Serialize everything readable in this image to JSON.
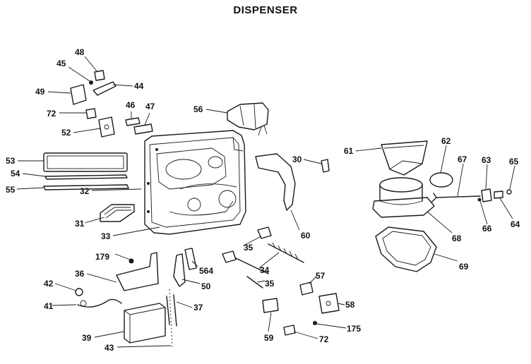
{
  "title": "DISPENSER",
  "callouts": [
    {
      "id": "48",
      "label": "48"
    },
    {
      "id": "45",
      "label": "45"
    },
    {
      "id": "44",
      "label": "44"
    },
    {
      "id": "49",
      "label": "49"
    },
    {
      "id": "72a",
      "label": "72"
    },
    {
      "id": "46",
      "label": "46"
    },
    {
      "id": "47",
      "label": "47"
    },
    {
      "id": "52",
      "label": "52"
    },
    {
      "id": "56",
      "label": "56"
    },
    {
      "id": "53",
      "label": "53"
    },
    {
      "id": "54",
      "label": "54"
    },
    {
      "id": "55",
      "label": "55"
    },
    {
      "id": "32",
      "label": "32"
    },
    {
      "id": "31",
      "label": "31"
    },
    {
      "id": "33",
      "label": "33"
    },
    {
      "id": "30",
      "label": "30"
    },
    {
      "id": "60",
      "label": "60"
    },
    {
      "id": "61",
      "label": "61"
    },
    {
      "id": "62",
      "label": "62"
    },
    {
      "id": "67",
      "label": "67"
    },
    {
      "id": "63",
      "label": "63"
    },
    {
      "id": "65",
      "label": "65"
    },
    {
      "id": "64",
      "label": "64"
    },
    {
      "id": "66",
      "label": "66"
    },
    {
      "id": "68",
      "label": "68"
    },
    {
      "id": "69",
      "label": "69"
    },
    {
      "id": "179",
      "label": "179"
    },
    {
      "id": "35a",
      "label": "35"
    },
    {
      "id": "564",
      "label": "564"
    },
    {
      "id": "34",
      "label": "34"
    },
    {
      "id": "36",
      "label": "36"
    },
    {
      "id": "50",
      "label": "50"
    },
    {
      "id": "35b",
      "label": "35"
    },
    {
      "id": "42",
      "label": "42"
    },
    {
      "id": "57",
      "label": "57"
    },
    {
      "id": "41",
      "label": "41"
    },
    {
      "id": "37",
      "label": "37"
    },
    {
      "id": "58",
      "label": "58"
    },
    {
      "id": "175",
      "label": "175"
    },
    {
      "id": "39",
      "label": "39"
    },
    {
      "id": "59",
      "label": "59"
    },
    {
      "id": "72b",
      "label": "72"
    },
    {
      "id": "43",
      "label": "43"
    }
  ]
}
